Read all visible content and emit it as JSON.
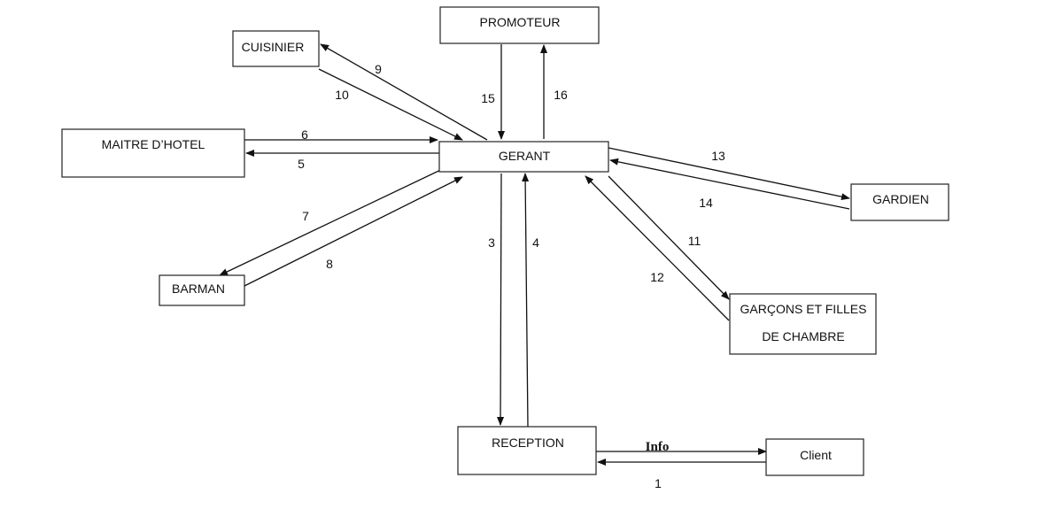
{
  "entities": {
    "promoteur": "PROMOTEUR",
    "cuisinier": "CUISINIER",
    "maitre": "MAITRE D’HOTEL",
    "gerant": "GERANT",
    "gardien": "GARDIEN",
    "barman": "BARMAN",
    "garcons_line1": "GARÇONS ET FILLES",
    "garcons_line2": "DE CHAMBRE",
    "reception": "RECEPTION",
    "client": "Client"
  },
  "flows": {
    "f1": "1",
    "f3": "3",
    "f4": "4",
    "f5": "5",
    "f6": "6",
    "f7": "7",
    "f8": "8",
    "f9": "9",
    "f10": "10",
    "f11": "11",
    "f12": "12",
    "f13": "13",
    "f14": "14",
    "f15": "15",
    "f16": "16",
    "info": "Info"
  }
}
